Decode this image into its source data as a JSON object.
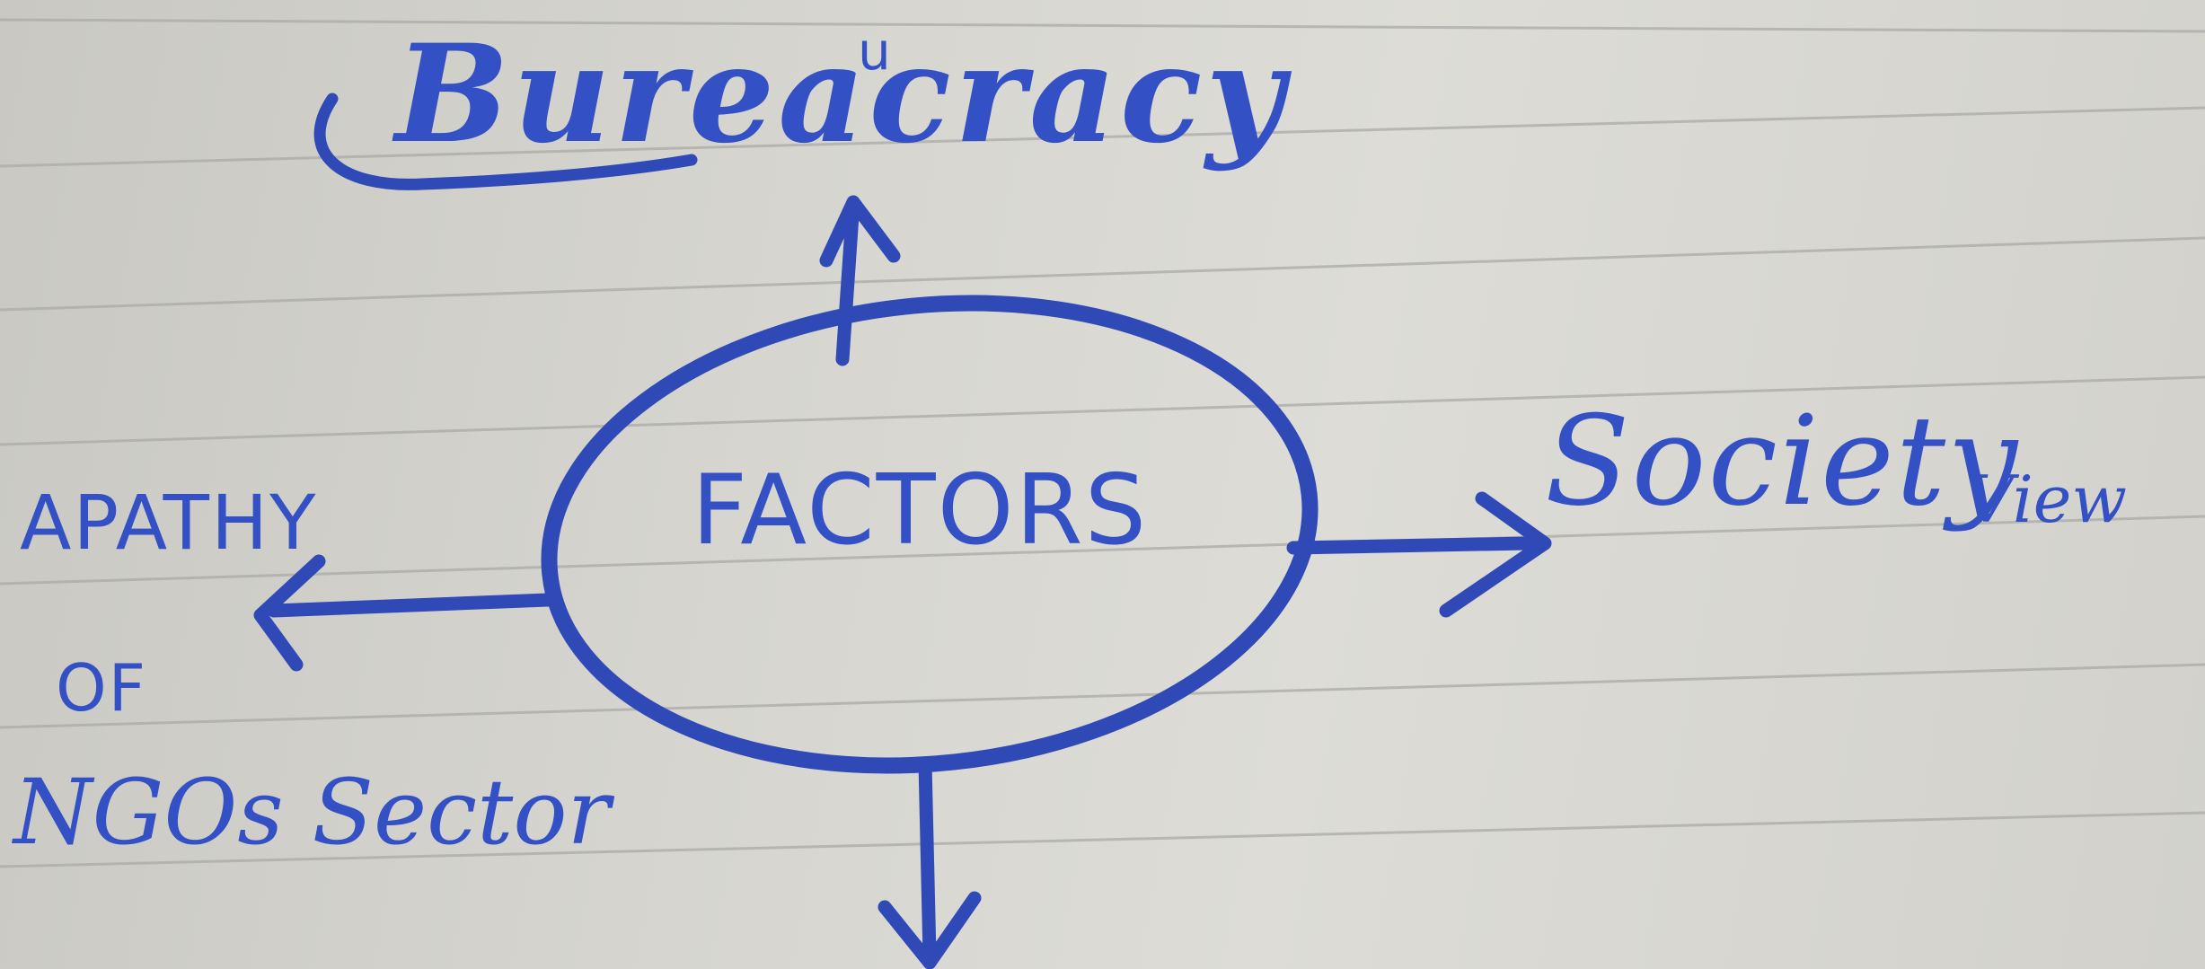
{
  "ink_color": "#2f49b7",
  "paper_color": "#d4d3cd",
  "rule_color": "#a9aaa8",
  "center": {
    "text": "FACTORS"
  },
  "nodes": {
    "top": {
      "text": "Bureacracy",
      "correction": "u"
    },
    "right": {
      "text": "Society",
      "text2": "View"
    },
    "left": {
      "line1": "APATHY",
      "line2": "OF",
      "line3": "NGOs Sector"
    },
    "bottom": {
      "text": ""
    }
  }
}
